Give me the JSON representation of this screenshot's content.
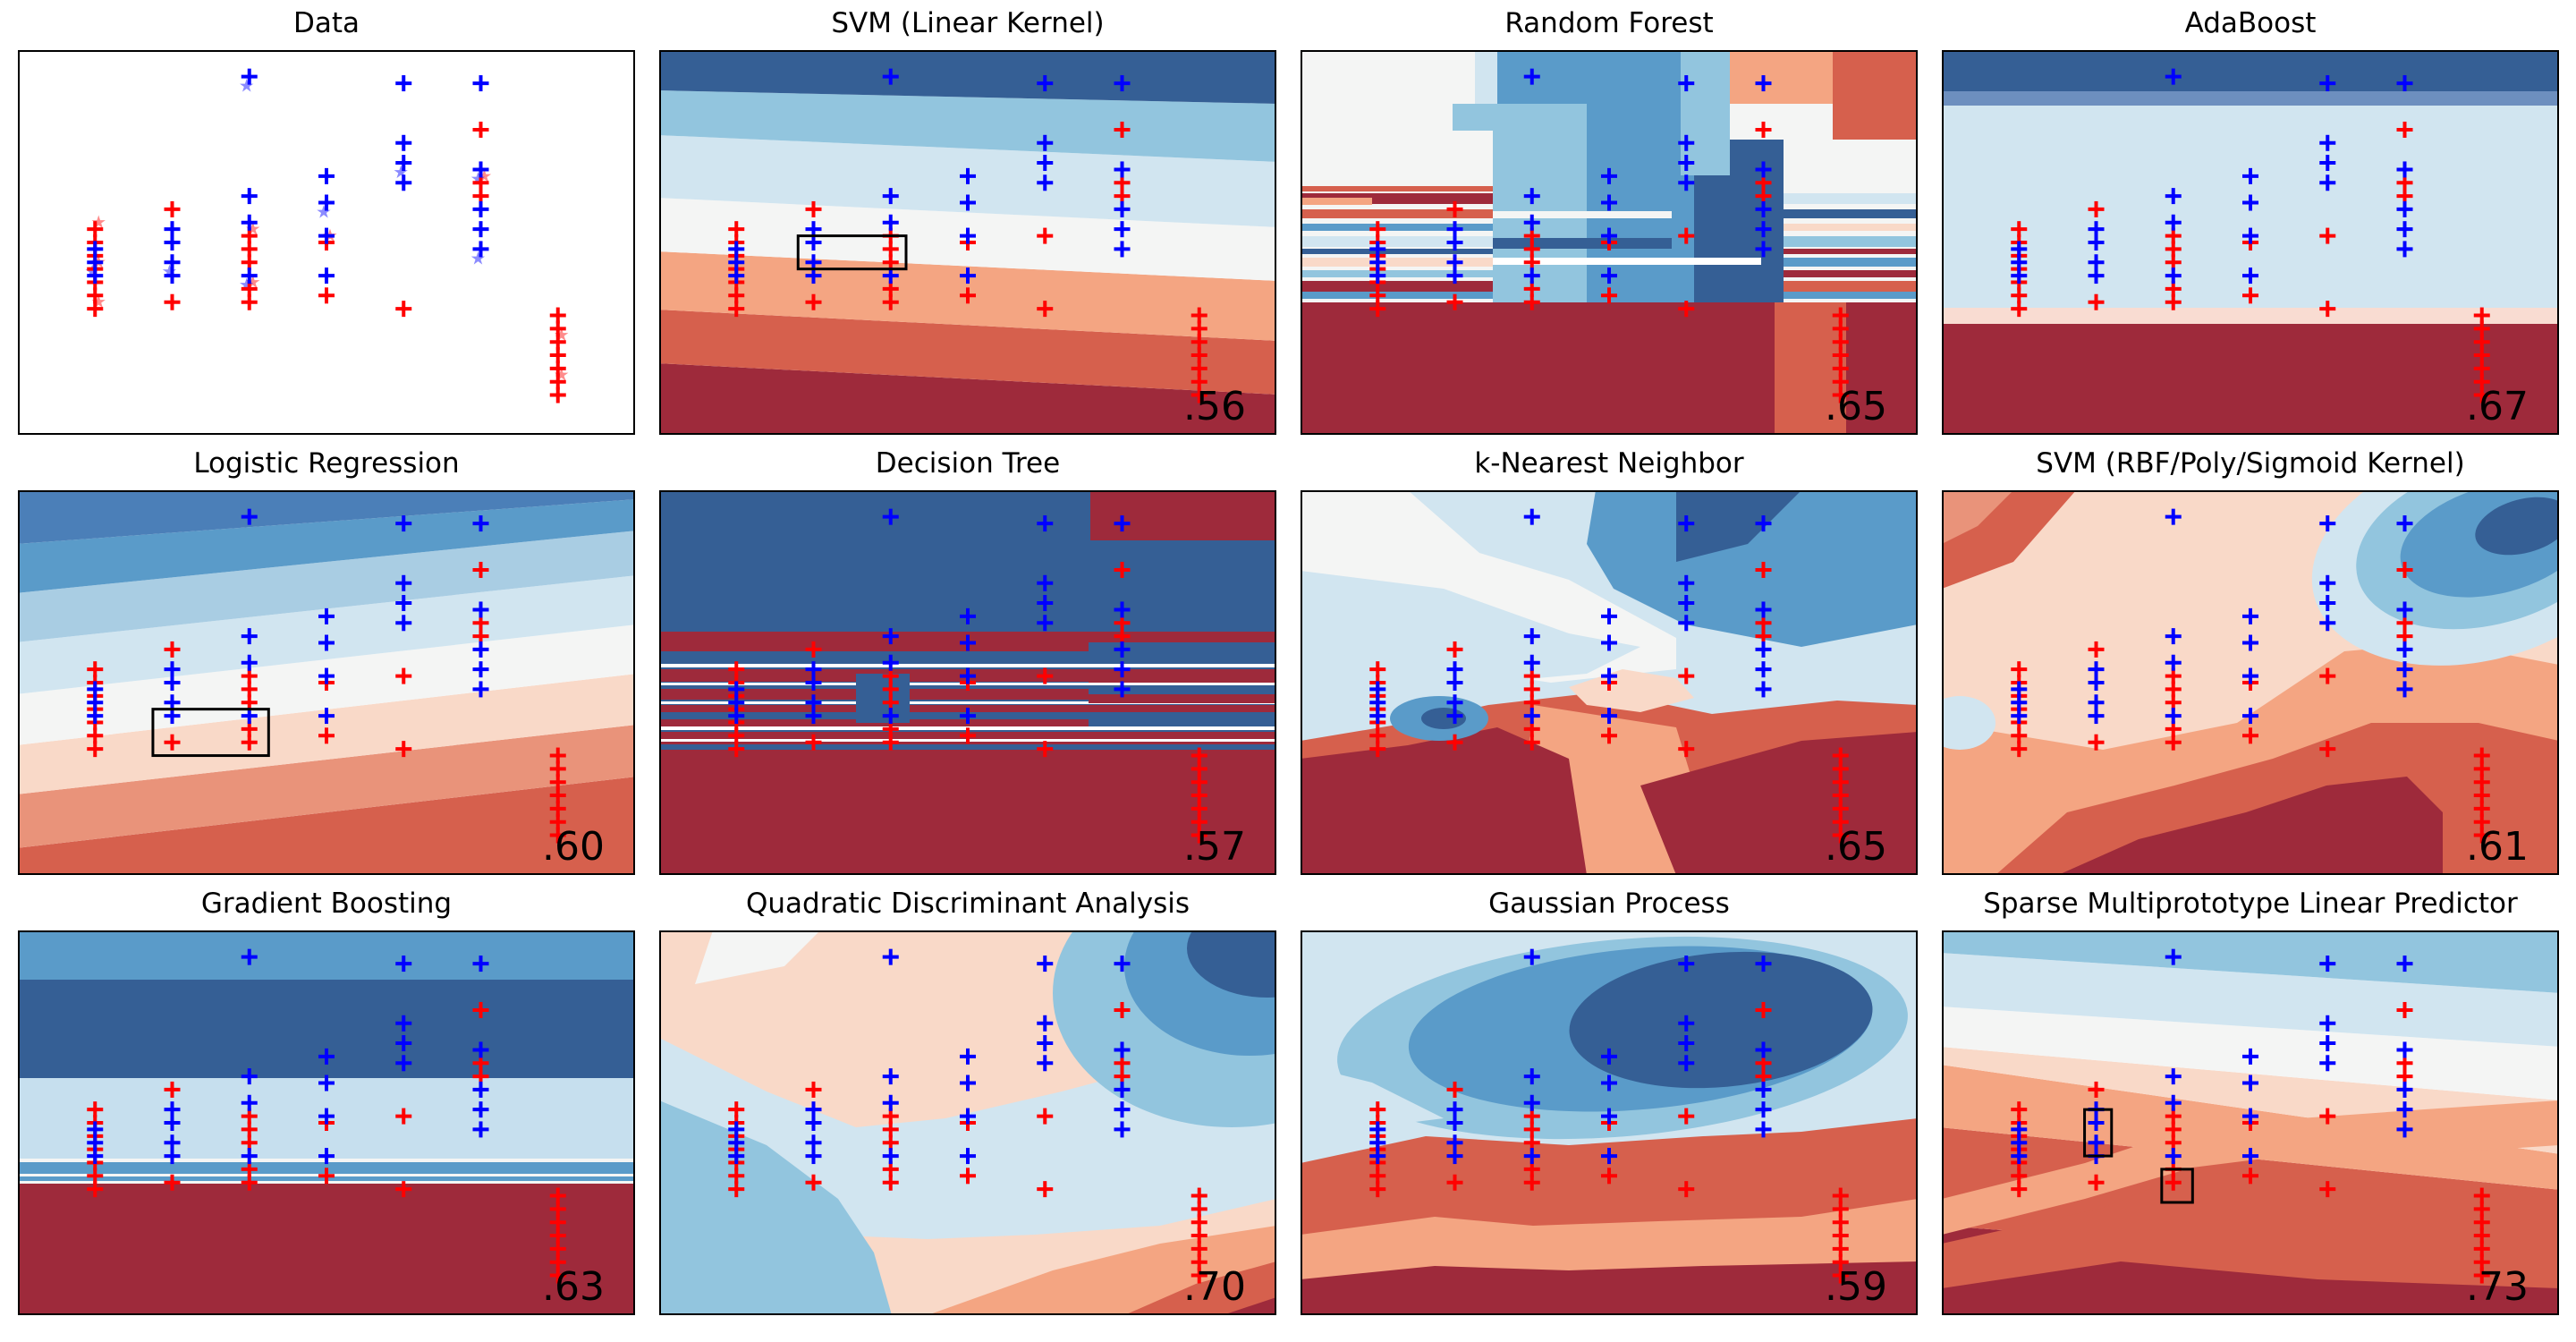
{
  "chart_data": [
    {
      "title": "Data",
      "type": "scatter",
      "score": "",
      "pattern": "data",
      "series": [
        {
          "name": "",
          "color": "#ff0000",
          "marker": "+",
          "points": [
            [
              1,
              -0.25
            ],
            [
              1,
              -0.15
            ],
            [
              1,
              -0.05
            ],
            [
              1,
              0.05
            ],
            [
              1,
              0.15
            ],
            [
              1,
              0.25
            ],
            [
              1,
              0.35
            ],
            [
              2,
              0.5
            ],
            [
              2,
              -0.2
            ],
            [
              3,
              -0.1
            ],
            [
              3,
              0.1
            ],
            [
              3,
              0.2
            ],
            [
              3,
              0.3
            ],
            [
              3,
              -0.2
            ],
            [
              4,
              -0.15
            ],
            [
              4,
              0.25
            ],
            [
              5,
              -0.25
            ],
            [
              6,
              1.1
            ],
            [
              6,
              0.7
            ],
            [
              6,
              0.6
            ],
            [
              7,
              -0.9
            ],
            [
              7,
              -0.8
            ],
            [
              7,
              -0.7
            ],
            [
              7,
              -0.6
            ],
            [
              7,
              -0.5
            ],
            [
              7,
              -0.4
            ],
            [
              7,
              -0.3
            ]
          ]
        },
        {
          "name": "",
          "color": "#0000ff",
          "marker": "+",
          "points": [
            [
              1,
              0.0
            ],
            [
              1,
              0.1
            ],
            [
              1,
              0.2
            ],
            [
              2,
              0.0
            ],
            [
              2,
              0.1
            ],
            [
              2,
              0.25
            ],
            [
              2,
              0.35
            ],
            [
              3,
              0.0
            ],
            [
              3,
              0.4
            ],
            [
              3,
              0.6
            ],
            [
              3,
              1.5
            ],
            [
              4,
              0.0
            ],
            [
              4,
              0.3
            ],
            [
              4,
              0.55
            ],
            [
              4,
              0.75
            ],
            [
              5,
              0.7
            ],
            [
              5,
              0.85
            ],
            [
              5,
              1.0
            ],
            [
              5,
              1.45
            ],
            [
              6,
              0.2
            ],
            [
              6,
              0.35
            ],
            [
              6,
              0.5
            ],
            [
              6,
              0.8
            ],
            [
              6,
              1.45
            ]
          ]
        }
      ]
    },
    {
      "title": "SVM (Linear Kernel)",
      "type": "contour",
      "score": ".56",
      "pattern": "linear"
    },
    {
      "title": "Random Forest",
      "type": "contour",
      "score": ".65",
      "pattern": "forest"
    },
    {
      "title": "AdaBoost",
      "type": "contour",
      "score": ".67",
      "pattern": "ada"
    },
    {
      "title": "Logistic Regression",
      "type": "contour",
      "score": ".60",
      "pattern": "logistic"
    },
    {
      "title": "Decision Tree",
      "type": "contour",
      "score": ".57",
      "pattern": "tree"
    },
    {
      "title": "k-Nearest Neighbor",
      "type": "contour",
      "score": ".65",
      "pattern": "knn"
    },
    {
      "title": "SVM (RBF/Poly/Sigmoid Kernel)",
      "type": "contour",
      "score": ".61",
      "pattern": "rbf"
    },
    {
      "title": "Gradient Boosting",
      "type": "contour",
      "score": ".63",
      "pattern": "gb"
    },
    {
      "title": "Quadratic Discriminant Analysis",
      "type": "contour",
      "score": ".70",
      "pattern": "qda"
    },
    {
      "title": "Gaussian Process",
      "type": "contour",
      "score": ".59",
      "pattern": "gp"
    },
    {
      "title": "Sparse Multiprototype Linear Predictor",
      "type": "contour",
      "score": ".73",
      "pattern": "smlp"
    }
  ],
  "colors": {
    "class_a": "#ff0000",
    "class_b": "#0000ff",
    "rdbu": [
      "#9e2a3b",
      "#d6604d",
      "#f4a582",
      "#f9d9c8",
      "#f4f5f4",
      "#d1e5f0",
      "#92c5de",
      "#5a9bc9",
      "#355f95"
    ]
  }
}
